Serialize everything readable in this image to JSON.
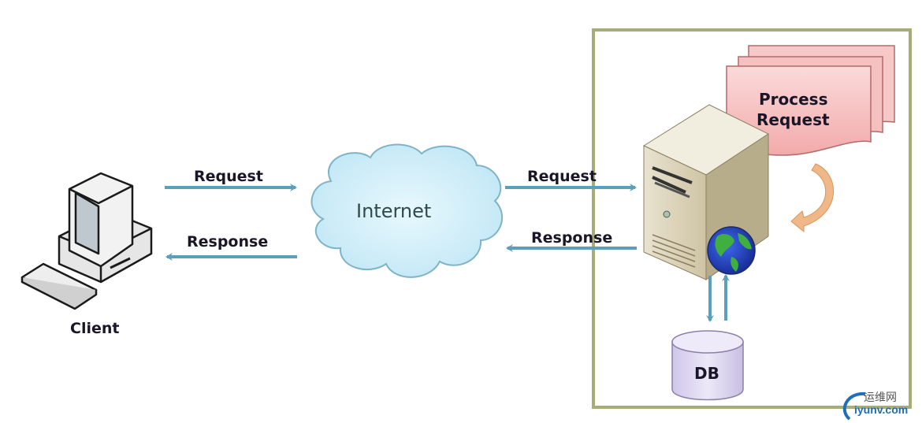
{
  "diagram": {
    "client": {
      "label": "Client"
    },
    "internet": {
      "label": "Internet"
    },
    "server_box": {
      "border_color": "#a8ad78"
    },
    "left_request": {
      "label": "Request"
    },
    "left_response": {
      "label": "Response"
    },
    "right_request": {
      "label": "Request"
    },
    "right_response": {
      "label": "Response"
    },
    "process": {
      "label_line1": "Process",
      "label_line2": "Request"
    },
    "database": {
      "label": "DB"
    },
    "colors": {
      "arrow": "#5b9fbd",
      "cloud_fill": "#cdeefa",
      "cloud_stroke": "#7fb4c8",
      "process_fill": "#f6c3c3",
      "process_stroke": "#b36a6a",
      "db_fill": "#d9d2ee",
      "cycle_arrow": "#f0b888"
    }
  },
  "watermark": {
    "cn": "运维网",
    "en": "iyunv.com"
  }
}
